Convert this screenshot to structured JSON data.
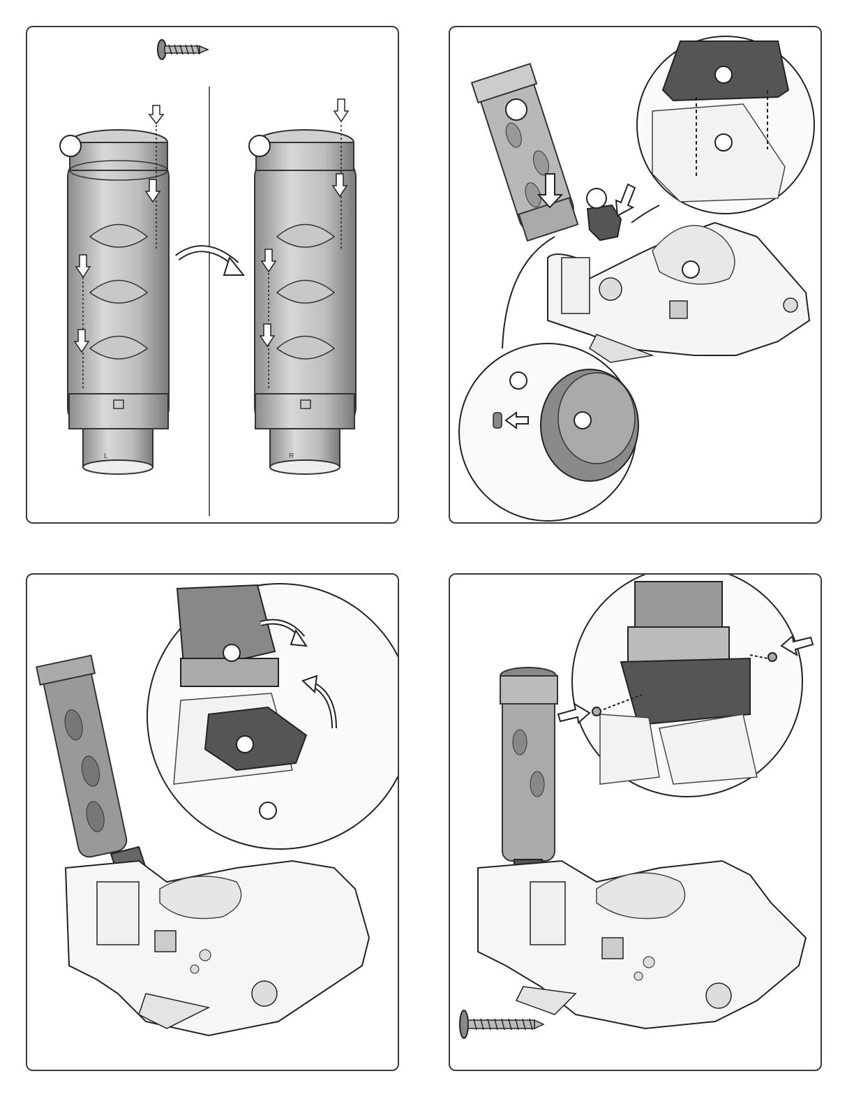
{
  "document": {
    "type": "assembly-instructions",
    "panel_count": 4
  },
  "panels": [
    {
      "id": "p1",
      "step_callouts": [
        "",
        ""
      ],
      "tube_labels": [
        "L",
        "R"
      ],
      "hardware": "screw-icon"
    },
    {
      "id": "p2",
      "step_callouts": [
        "",
        "",
        "",
        "",
        "",
        ""
      ],
      "hardware": ""
    },
    {
      "id": "p3",
      "step_callouts": [
        "",
        ""
      ]
    },
    {
      "id": "p4",
      "hardware": "long-screw-icon"
    }
  ]
}
